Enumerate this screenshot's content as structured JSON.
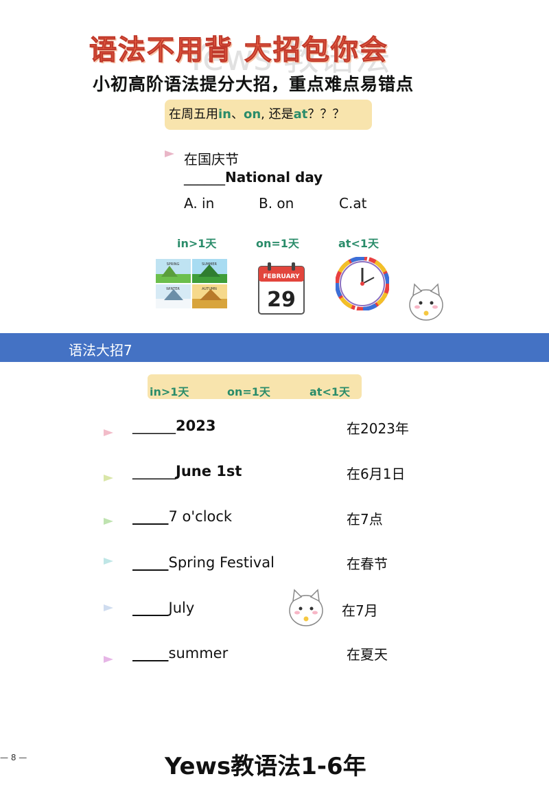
{
  "header": {
    "title": "语法不用背 大招包你会",
    "watermark": "Yews 教语法",
    "subtitle": "小初高阶语法提分大招，重点难点易错点"
  },
  "question": {
    "prefix": "在周五用",
    "kw_in": "in",
    "sep1": "、",
    "kw_on": "on",
    "sep2": ", 还是",
    "kw_at": "at",
    "suffix": "？？？"
  },
  "example": {
    "cn": "在国庆节",
    "blank": "______",
    "en": "National day",
    "options": [
      "A. in",
      "B. on",
      "C.at"
    ]
  },
  "rules": {
    "in": "in>1天",
    "on": "on=1天",
    "at": "at<1天"
  },
  "images": {
    "seasons": [
      "SPRING",
      "SUMMER",
      "WINTER",
      "AUTUMN"
    ],
    "calendar_month": "FEBRUARY",
    "calendar_day": "29"
  },
  "section": {
    "banner": "语法大招7",
    "legend": [
      "in>1天",
      "on=1天",
      "at<1天"
    ]
  },
  "exercises": [
    {
      "blank": "______",
      "en": "2023",
      "cn": "在2023年",
      "arrow": "#f2bcc9"
    },
    {
      "blank": "______",
      "en": "June 1st",
      "cn": "在6月1日",
      "arrow": "#d9e6a8"
    },
    {
      "blank": "_____",
      "en": "7 o'clock",
      "cn": "在7点",
      "arrow": "#bfe3b0"
    },
    {
      "blank": "_____",
      "en": "Spring Festival",
      "cn": "在春节",
      "arrow": "#bfe6e6"
    },
    {
      "blank": "_____",
      "en": "July",
      "cn": "在7月",
      "arrow": "#cfdcef"
    },
    {
      "blank": "_____",
      "en": "summer",
      "cn": "在夏天",
      "arrow": "#e6b6e6"
    }
  ],
  "footer": {
    "text": "Yews教语法1-6年",
    "page": "— 8 —"
  }
}
